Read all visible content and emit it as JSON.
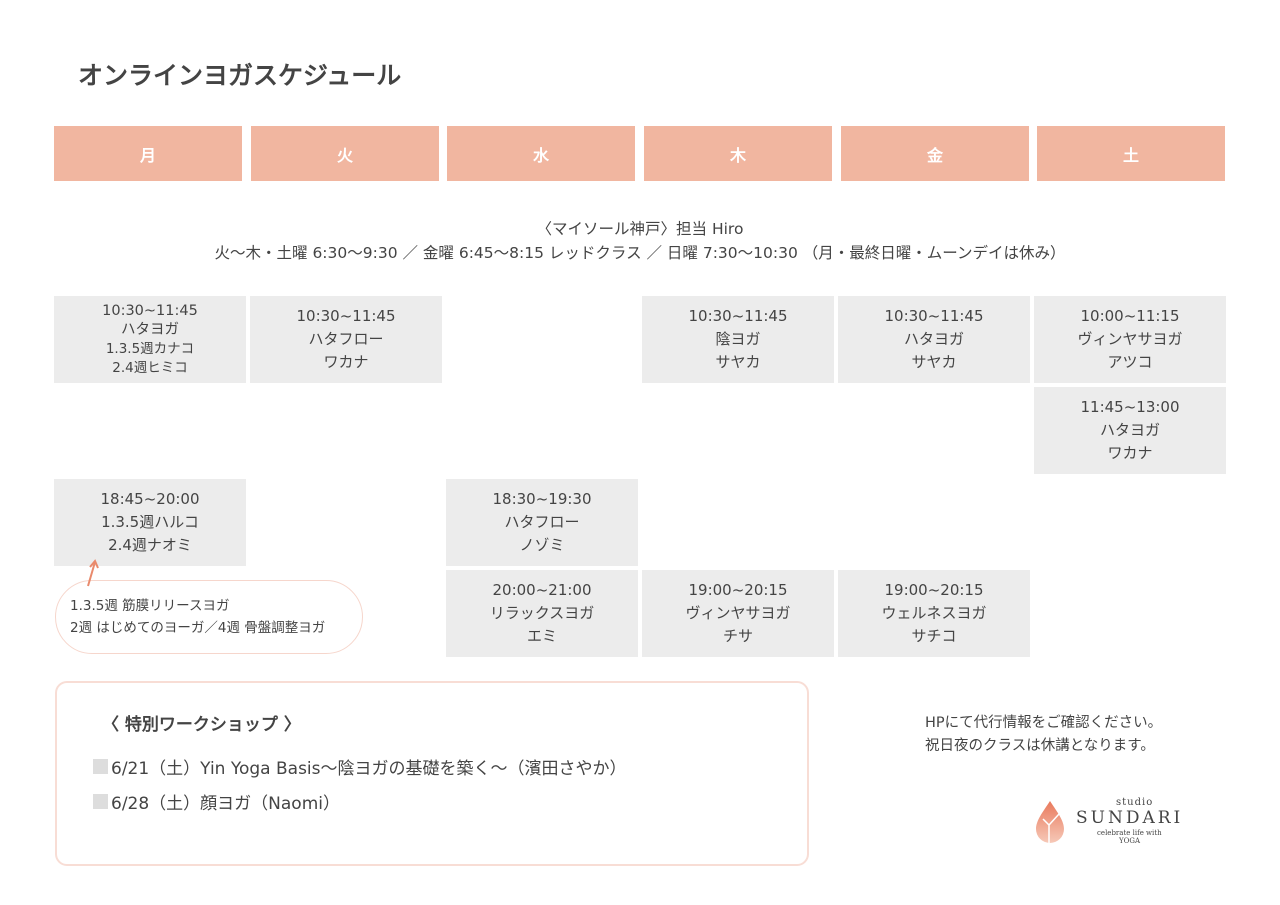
{
  "title": "オンラインヨガスケジュール",
  "days": [
    "月",
    "火",
    "水",
    "木",
    "金",
    "土"
  ],
  "studio": {
    "line1": "〈マイソール神戸〉担当 Hiro",
    "line2": "火〜木・土曜 6:30〜9:30 ／ 金曜 6:45〜8:15 レッドクラス ／ 日曜 7:30〜10:30 （月・最終日曜・ムーンデイは休み）"
  },
  "classes": [
    {
      "lines": [
        "10:30~11:45",
        "ハタヨガ",
        "1.3.5週カナコ",
        "2.4週ヒミコ"
      ]
    },
    {
      "lines": [
        "10:30~11:45",
        "ハタフロー",
        "ワカナ"
      ]
    },
    {
      "lines": [
        "10:30~11:45",
        "陰ヨガ",
        "サヤカ"
      ]
    },
    {
      "lines": [
        "10:30~11:45",
        "ハタヨガ",
        "サヤカ"
      ]
    },
    {
      "lines": [
        "10:00~11:15",
        "ヴィンヤサヨガ",
        "アツコ"
      ]
    },
    {
      "lines": [
        "11:45~13:00",
        "ハタヨガ",
        "ワカナ"
      ]
    },
    {
      "lines": [
        "18:45~20:00",
        "1.3.5週ハルコ",
        "2.4週ナオミ"
      ]
    },
    {
      "lines": [
        "18:30~19:30",
        "ハタフロー",
        "ノゾミ"
      ]
    },
    {
      "lines": [
        "20:00~21:00",
        "リラックスヨガ",
        "エミ"
      ]
    },
    {
      "lines": [
        "19:00~20:15",
        "ヴィンヤサヨガ",
        "チサ"
      ]
    },
    {
      "lines": [
        "19:00~20:15",
        "ウェルネスヨガ",
        "サチコ"
      ]
    }
  ],
  "note": [
    "1.3.5週 筋膜リリースヨガ",
    "2週 はじめてのヨーガ／4週 骨盤調整ヨガ"
  ],
  "workshop": {
    "title": "〈 特別ワークショップ 〉",
    "items": [
      "6/21（土）Yin Yoga Basis〜陰ヨガの基礎を築く〜（濱田さやか）",
      "6/28（土）顔ヨガ（Naomi）"
    ]
  },
  "info": [
    "HPにて代行情報をご確認ください。",
    "祝日夜のクラスは休講となります。"
  ],
  "logo": {
    "top": "studio",
    "name": "SUNDARI",
    "tagline": "celebrate life with",
    "bottom": "YOGA"
  }
}
